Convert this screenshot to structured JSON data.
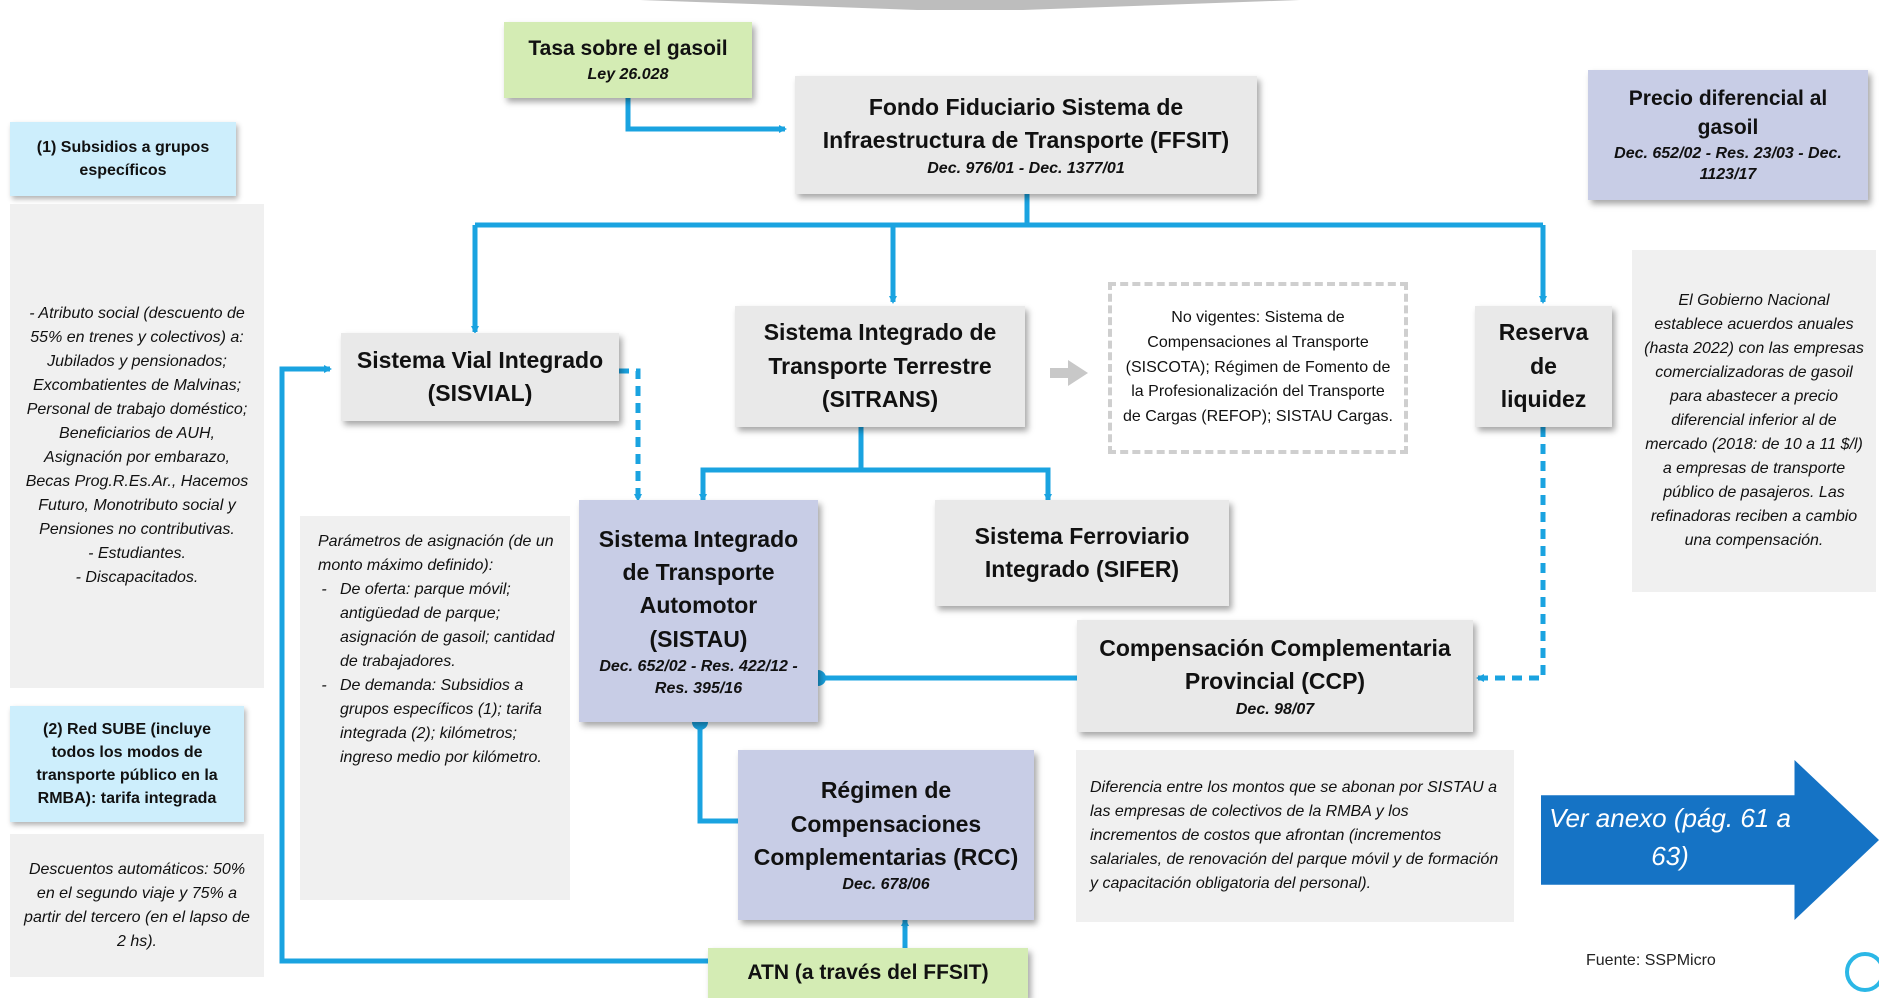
{
  "tasa": {
    "title": "Tasa sobre el gasoil",
    "sub": "Ley 26.028"
  },
  "ffsit": {
    "title": "Fondo Fiduciario Sistema de Infraestructura de Transporte (FFSIT)",
    "sub": "Dec. 976/01 - Dec. 1377/01"
  },
  "sisvial": {
    "title": "Sistema Vial Integrado (SISVIAL)"
  },
  "sitrans": {
    "title": "Sistema Integrado de Transporte Terrestre (SITRANS)"
  },
  "no_vigentes": {
    "text": "No vigentes: Sistema de Compensaciones al Transporte (SISCOTA); Régimen de Fomento de la Profesionalización del Transporte de Cargas (REFOP); SISTAU Cargas."
  },
  "reserva": {
    "title": "Reserva de liquidez"
  },
  "sistau": {
    "title": "Sistema Integrado de Transporte Automotor (SISTAU)",
    "sub": "Dec. 652/02 - Res. 422/12 - Res. 395/16"
  },
  "sifer": {
    "title": "Sistema Ferroviario Integrado (SIFER)"
  },
  "ccp": {
    "title": "Compensación Complementaria Provincial (CCP)",
    "sub": "Dec. 98/07"
  },
  "rcc": {
    "title": "Régimen de Compensaciones Complementarias (RCC)",
    "sub": "Dec. 678/06"
  },
  "atn": {
    "title": "ATN (a través del FFSIT)"
  },
  "params": {
    "intro": "Parámetros de asignación (de un monto máximo definido):",
    "items": [
      "De oferta: parque móvil; antigüedad de parque; asignación de gasoil; cantidad de trabajadores.",
      "De demanda: Subsidios a grupos específicos (1); tarifa integrada (2); kilómetros; ingreso medio por kilómetro."
    ]
  },
  "diferencia": {
    "text": "Diferencia entre los montos que se abonan por SISTAU a las empresas de colectivos de la RMBA y los incrementos de costos que afrontan (incrementos salariales, de renovación del parque móvil y de formación y capacitación obligatoria del personal)."
  },
  "left": {
    "g1_title": "(1) Subsidios a grupos específicos",
    "g1_body": "- Atributo social (descuento de 55% en trenes y colectivos) a: Jubilados y pensionados; Excombatientes de Malvinas; Personal de trabajo doméstico; Beneficiarios de AUH, Asignación por embarazo, Becas Prog.R.Es.Ar., Hacemos Futuro, Monotributo social y Pensiones no contributivas.\n- Estudiantes.\n- Discapacitados.",
    "g2_title": "(2) Red SUBE (incluye todos los modos de transporte público en la RMBA): tarifa integrada",
    "g2_body": "Descuentos automáticos: 50% en el segundo viaje y 75% a partir del tercero (en el lapso de 2 hs)."
  },
  "right": {
    "title": "Precio diferencial al gasoil",
    "sub": "Dec. 652/02 - Res. 23/03 - Dec. 1123/17",
    "body": "El Gobierno Nacional establece acuerdos anuales (hasta 2022) con las empresas comercializadoras de gasoil para abastecer a precio diferencial inferior al de mercado (2018: de 10 a 11 $/l) a empresas de transporte público de pasajeros. Las refinadoras reciben a cambio una compensación."
  },
  "anexo": {
    "text": "Ver anexo (pág. 61 a 63)"
  },
  "fuente": "Fuente: SSPMicro",
  "colors": {
    "connector": "#1aa3e0",
    "arrow": "#1573c5",
    "lavender": "#c8cde6",
    "green": "#d4ecb4"
  }
}
